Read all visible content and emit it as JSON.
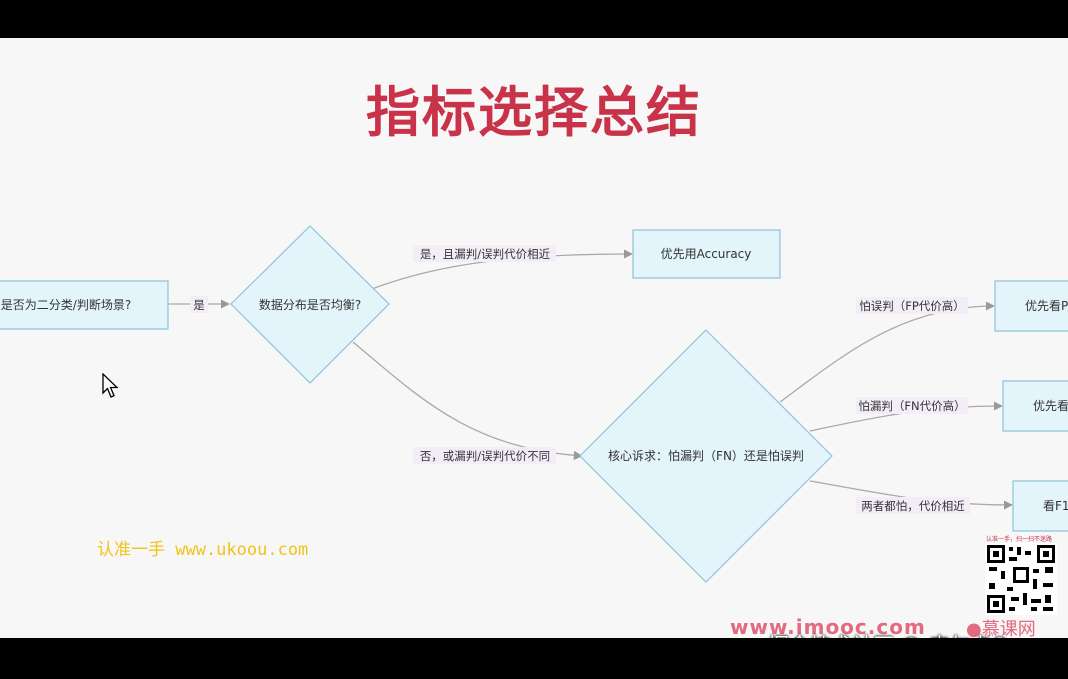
{
  "title": "指标选择总结",
  "nodes": {
    "start": "是否为二分类/判断场景?",
    "balance": "数据分布是否均衡?",
    "accuracy": "优先用Accuracy",
    "core": "核心诉求：怕漏判（FN）还是怕误判",
    "precision": "优先看P",
    "recall": "优先看",
    "f1": "看F1"
  },
  "edges": {
    "yes": "是",
    "yes_similar": "是，且漏判/误判代价相近",
    "no_diff": "否，或漏判/误判代价不同",
    "fear_fp": "怕误判（FP代价高）",
    "fear_fn": "怕漏判（FN代价高）",
    "both": "两者都怕，代价相近"
  },
  "watermarks": {
    "yellow": "认准一手 www.ukoou.com",
    "imooc": "www.imooc.com",
    "mooc_brand": "慕课网",
    "juejin": "掘金技术社区 @ 皮尔卡Q",
    "qr_caption": "认准一手，扫一扫不迷路"
  },
  "colors": {
    "title": "#c8334a",
    "node_fill": "#e3f4fb",
    "node_stroke": "#8fc3d9",
    "edge": "#a9a9a9",
    "label_bg": "#f3edf8"
  },
  "icons": [
    "mouse-cursor-icon",
    "qr-code-icon",
    "flame-icon"
  ]
}
